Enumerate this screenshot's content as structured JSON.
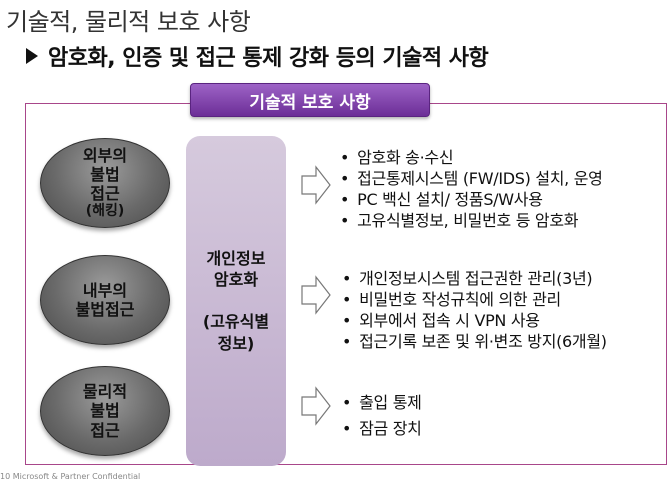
{
  "title": "기술적, 물리적 보호 사항",
  "subtitle": "암호화, 인증 및 접근 통제 강화 등의 기술적 사항",
  "header": "기술적 보호 사항",
  "ovals": [
    {
      "lines": [
        "외부의",
        "불법",
        "접근"
      ],
      "note": "(해킹)"
    },
    {
      "lines": [
        "내부의",
        "불법접근"
      ],
      "note": ""
    },
    {
      "lines": [
        "물리적",
        "불법",
        "접근"
      ],
      "note": ""
    }
  ],
  "center": {
    "line1": "개인정보",
    "line2": "암호화",
    "line3": "(고유식별",
    "line4": "정보)"
  },
  "groups": [
    {
      "items": [
        "암호화 송·수신",
        "접근통제시스템 (FW/IDS) 설치, 운영",
        "PC 백신 설치/ 정품S/W사용",
        "고유식별정보, 비밀번호 등 암호화"
      ]
    },
    {
      "items": [
        "개인정보시스템 접근권한 관리(3년)",
        "비밀번호 작성규칙에 의한 관리",
        "외부에서 접속 시 VPN 사용",
        "접근기록 보존 및 위·변조 방지(6개월)"
      ]
    },
    {
      "items": [
        "출입 통제",
        "잠금 장치"
      ]
    }
  ],
  "footer": "10   Microsoft & Partner Confidential",
  "colors": {
    "frame": "#a8468a",
    "header_top": "#9d63c6",
    "header_bottom": "#6c2e97",
    "center_box": "#c9b9d4",
    "oval": "#6a6a6a"
  }
}
